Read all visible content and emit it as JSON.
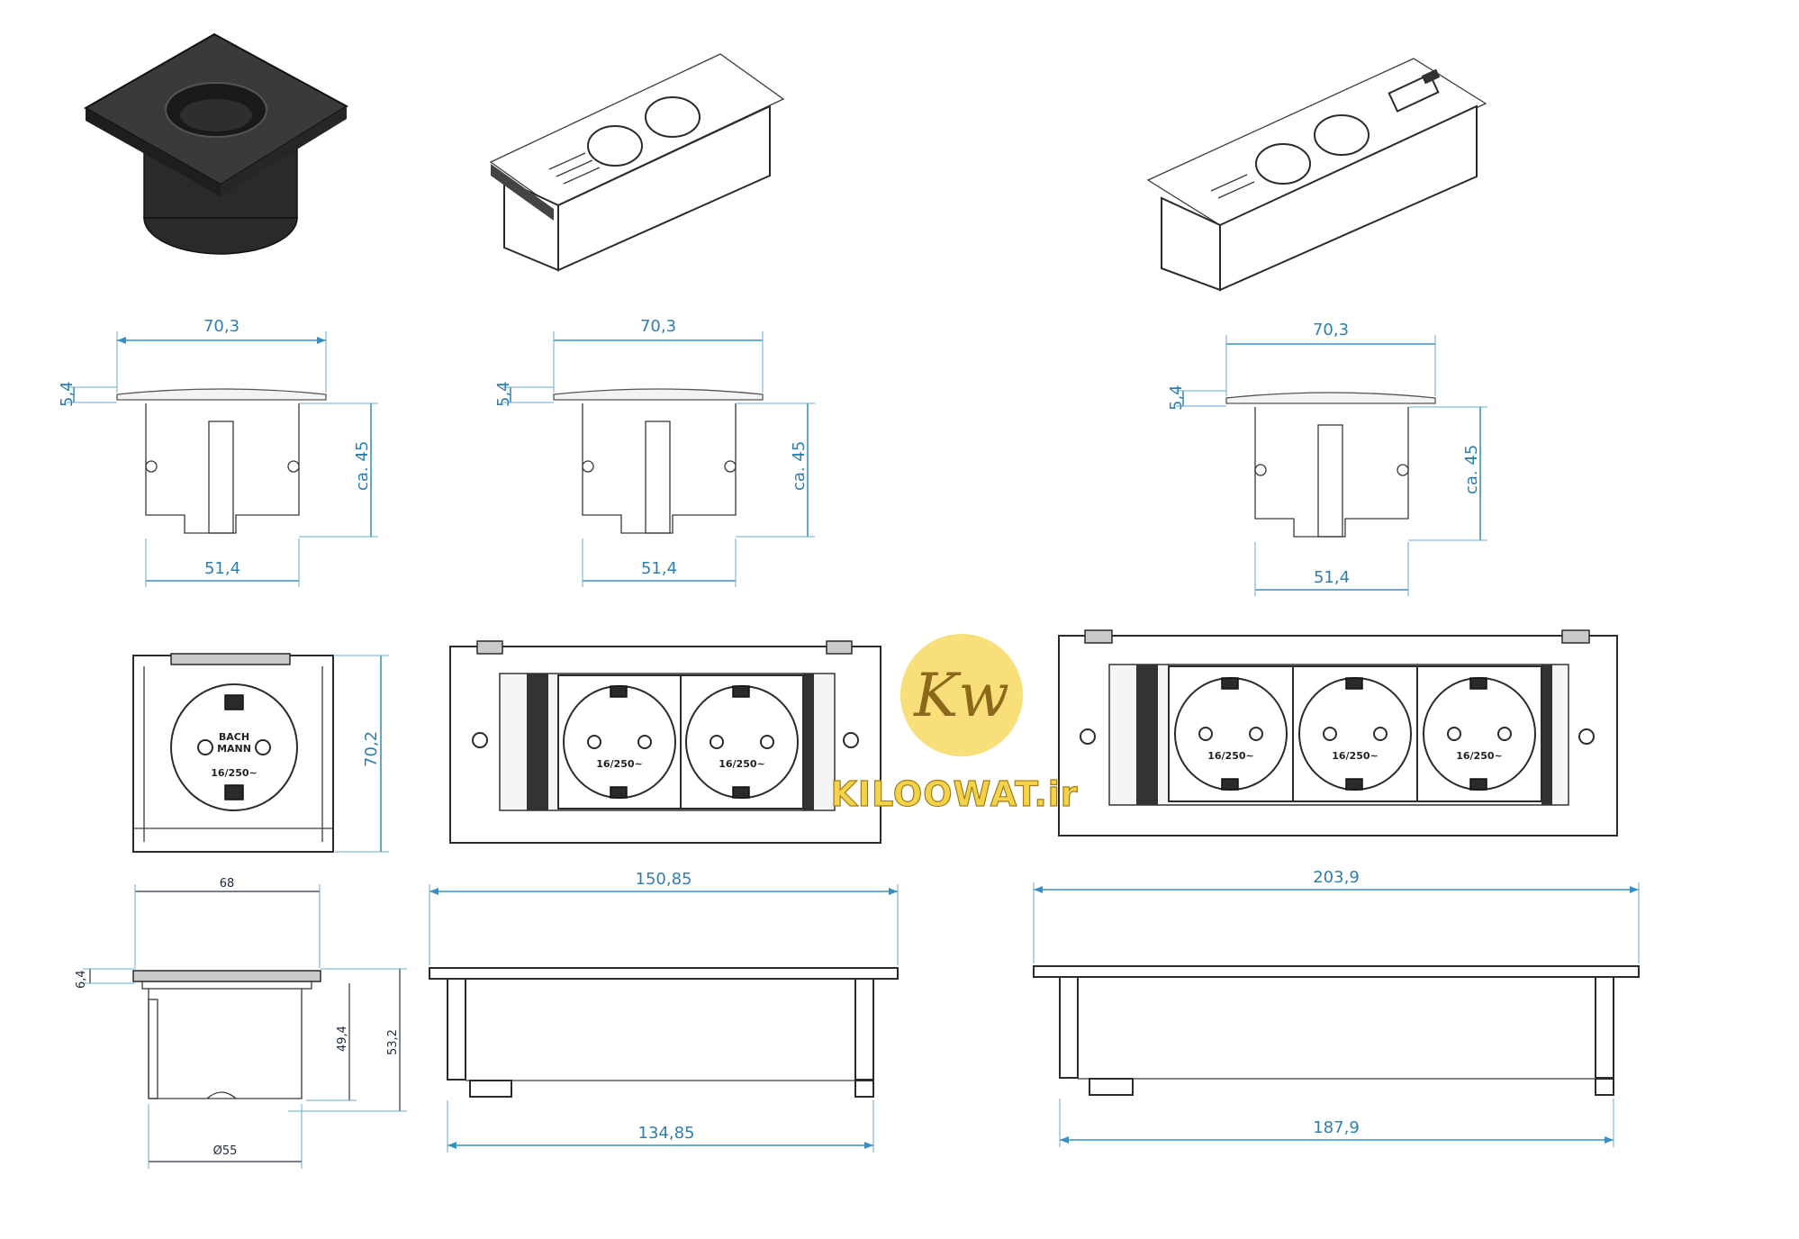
{
  "dimensions": {
    "flange_width_1": "70,3",
    "flange_width_2": "70,3",
    "flange_width_3": "70,3",
    "flange_thickness_1": "5,4",
    "flange_thickness_2": "5,4",
    "flange_thickness_3": "5,4",
    "depth_1": "ca. 45",
    "depth_2": "ca. 45",
    "depth_3": "ca. 45",
    "body_width_1": "51,4",
    "body_width_2": "51,4",
    "body_width_3": "51,4",
    "front_height": "70,2",
    "single_top_width": "68",
    "single_flange": "6,4",
    "single_body_height": "49,4",
    "single_total_height": "53,2",
    "single_diameter": "Ø55",
    "double_top_length": "150,85",
    "double_body_length": "134,85",
    "triple_top_length": "203,9",
    "triple_body_length": "187,9"
  },
  "socket_labels": {
    "brand_line1": "BACH",
    "brand_line2": "MANN",
    "rating_single": "16/250~",
    "rating_small": "16/250~"
  },
  "watermark": {
    "monogram": "Kw",
    "text": "KILOOWAT.ir"
  },
  "colors": {
    "dimension": "#2f7fae",
    "outline": "#2b2b2b",
    "watermark_fill": "#f3d34a",
    "watermark_circle": "#f7dc6a"
  }
}
